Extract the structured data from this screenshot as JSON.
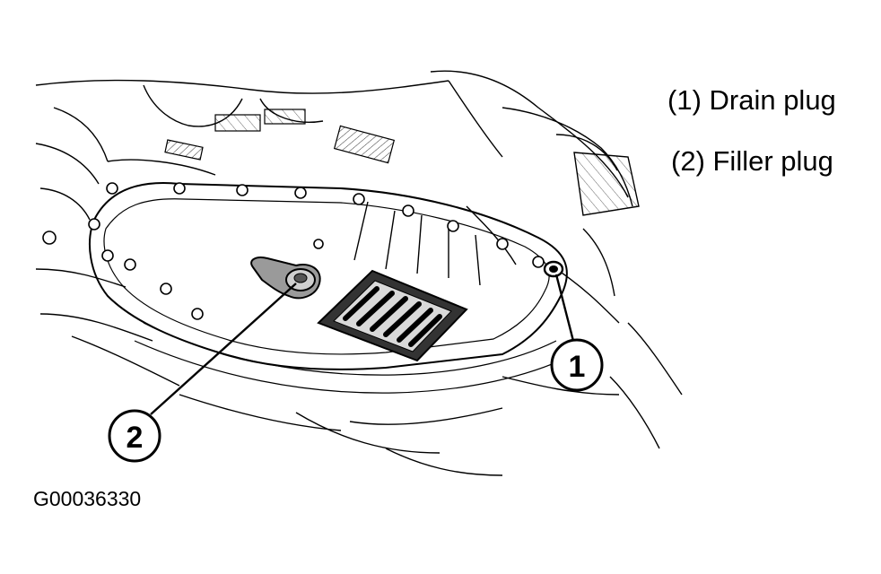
{
  "legend": {
    "items": [
      {
        "number": "1",
        "text": "(1) Drain plug"
      },
      {
        "number": "2",
        "text": "(2) Filler plug"
      }
    ]
  },
  "callouts": {
    "drain_plug_number": "1",
    "filler_plug_number": "2"
  },
  "figure_id": "G00036330",
  "colors": {
    "line": "#000000",
    "background": "#ffffff",
    "filter_dark": "#333333",
    "filter_light": "#d9d9d9"
  }
}
